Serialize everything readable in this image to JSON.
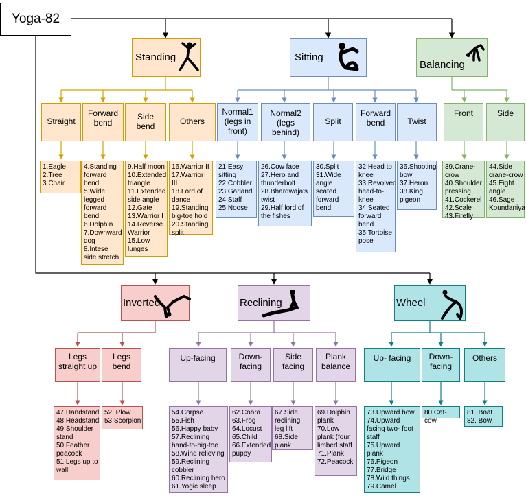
{
  "root": "Yoga-82",
  "colors": {
    "standing": {
      "fill": "#ffe6cc",
      "stroke": "#d79b00",
      "line": "#d6a200"
    },
    "sitting": {
      "fill": "#dae8fc",
      "stroke": "#6c8ebf",
      "line": "#6c8ebf"
    },
    "balancing": {
      "fill": "#d5e8d4",
      "stroke": "#82b366",
      "line": "#82b366"
    },
    "inverted": {
      "fill": "#f8cecc",
      "stroke": "#b85450",
      "line": "#b85450"
    },
    "reclining": {
      "fill": "#e1d5e7",
      "stroke": "#9673a6",
      "line": "#9673a6"
    },
    "wheel": {
      "fill": "#b0e3e6",
      "stroke": "#0e8088",
      "line": "#0e8088"
    }
  },
  "categories": {
    "standing": "Standing",
    "sitting": "Sitting",
    "balancing": "Balancing",
    "inverted": "Inverted",
    "reclining": "Reclining",
    "wheel": "Wheel"
  },
  "subs": {
    "straight": "Straight",
    "forward_bend": "Forward bend",
    "side_bend": "Side bend",
    "standing_others": "Others",
    "normal1": "Normal1 (legs in front)",
    "normal2": "Normal2 (legs behind)",
    "split": "Split",
    "sitting_forward_bend": "Forward bend",
    "twist": "Twist",
    "front": "Front",
    "side": "Side",
    "legs_straight_up": "Legs straight up",
    "legs_bend": "Legs bend",
    "up_facing": "Up-facing",
    "down_facing": "Down-facing",
    "side_facing": "Side facing",
    "plank_balance": "Plank balance",
    "wheel_up_facing": "Up- facing",
    "wheel_down_facing": "Down-facing",
    "wheel_others": "Others"
  },
  "leaves": {
    "straight": [
      "1.Eagle",
      "2.Tree",
      "3.Chair"
    ],
    "forward_bend": [
      "4.Standing forward bend",
      "5.Wide legged forward bend",
      "6.Dolphin",
      "7.Downward dog",
      "8.Intese side stretch"
    ],
    "side_bend": [
      "9.Half moon",
      "10.Extended triangle",
      "11.Extended side angle",
      "12.Gate",
      "13.Warrior I",
      "14.Reverse Warrior",
      "15.Low lunges"
    ],
    "standing_others": [
      "16.Warrior II",
      "17.Warrior III",
      "18.Lord of dance",
      "19.Standing big-toe hold",
      "20.Standing split"
    ],
    "normal1": [
      "21.Easy sitting",
      "22.Cobbler",
      "23.Garland",
      "24.Staff",
      "25.Noose"
    ],
    "normal2": [
      "26.Cow face",
      "27.Hero and thunderbolt",
      "28.Bhardwaja's twist",
      "29.Half lord of the fishes"
    ],
    "split": [
      "30.Split",
      "31.Wide angle seated forward bend"
    ],
    "sitting_forward_bend": [
      "32.Head to knee",
      "33.Revolved head-to-knee",
      "34.Seated forward bend",
      "35.Tortoise pose"
    ],
    "twist": [
      "36.Shooting bow",
      "37.Heron",
      "38.King pigeon"
    ],
    "front": [
      "39.Crane-crow",
      "40.Shoulder pressing",
      "41.Cockerel",
      "42.Scale",
      "43.Firefly"
    ],
    "side": [
      "44.Side crane-crow",
      "45.Eight angle",
      "46.Sage Koundaniya"
    ],
    "legs_straight_up": [
      "47.Handstand",
      "48.Headstand",
      "49.Shoulder stand",
      "50.Feather peacock",
      "51.Legs up to wall"
    ],
    "legs_bend": [
      "52. Plow",
      "53.Scorpion"
    ],
    "up_facing": [
      "54.Corpse",
      "55.Fish",
      "56.Happy baby",
      "57.Reclining hand-to-big-toe",
      "58.Wind relieving",
      "59.Reclining cobbler",
      "60.Reclining hero",
      "61.Yogic sleep"
    ],
    "down_facing": [
      "62.Cobra",
      "63.Frog",
      "64.Locust",
      "65.Child",
      "66.Extended puppy"
    ],
    "side_facing": [
      "67.Side reclining leg lift",
      "68.Side plank"
    ],
    "plank_balance": [
      "69.Dolphin plank",
      "70.Low plank (four limbed staff",
      "71.Plank",
      "72.Peacock"
    ],
    "wheel_up_facing": [
      "73.Upward bow",
      "74.Upward facing two- foot staff",
      "75.Upward plank",
      "76.Pigeon",
      "77.Bridge",
      "78.Wild things",
      "79.Camel"
    ],
    "wheel_down_facing": [
      "80.Cat-cow"
    ],
    "wheel_others": [
      "81. Boat",
      "82. Bow"
    ]
  },
  "icons": {
    "standing": "standing-pose-icon",
    "sitting": "sitting-pose-icon",
    "balancing": "balancing-pose-icon",
    "inverted": "inverted-pose-icon",
    "reclining": "reclining-pose-icon",
    "wheel": "wheel-pose-icon"
  }
}
